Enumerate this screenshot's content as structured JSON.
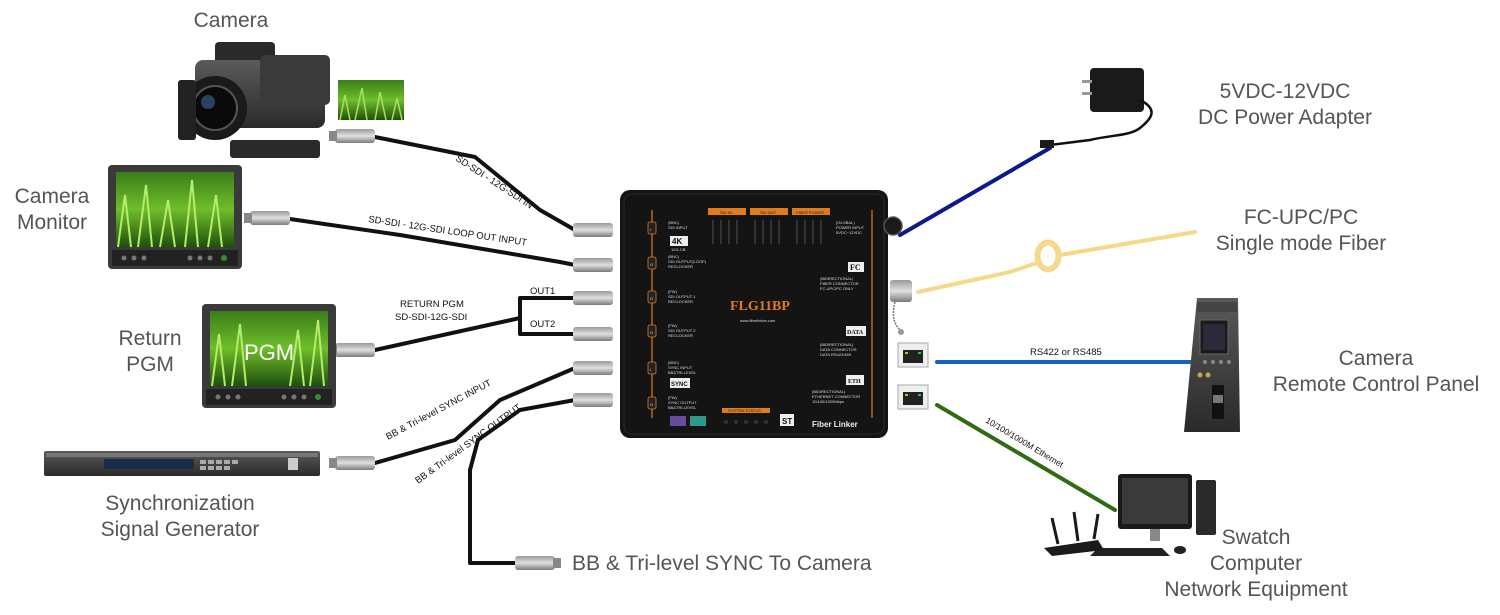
{
  "labels": {
    "camera": [
      "Camera"
    ],
    "camera_monitor": [
      "Camera",
      "Monitor"
    ],
    "return_pgm": [
      "Return",
      "PGM"
    ],
    "sync_gen": [
      "Synchronization",
      "Signal Generator"
    ],
    "bb_to_camera": [
      "BB & Tri-level SYNC To Camera"
    ],
    "power": [
      "5VDC-12VDC",
      "DC Power Adapter"
    ],
    "fiber": [
      "FC-UPC/PC",
      "Single mode Fiber"
    ],
    "rcp": [
      "Camera",
      "Remote Control Panel"
    ],
    "network": [
      "Swatch",
      "Computer",
      "Network Equipment"
    ]
  },
  "cables": {
    "sdi_in": "SD-SDI - 12G-SDI IN",
    "loop_out": "SD-SDI - 12G-SDI LOOP OUT INPUT",
    "return_pgm": [
      "RETURN PGM",
      "SD-SDI-12G-SDI"
    ],
    "out1": "OUT1",
    "out2": "OUT2",
    "sync_input": "BB & Tri-level SYNC INPUT",
    "sync_output": "BB & Tri-level SYNC OUTPUT",
    "rs": "RS422 or RS485",
    "ethernet": "10/100/1000M Ethernet"
  },
  "screens": {
    "pgm": "PGM"
  },
  "device": {
    "model": "FLG11BP",
    "website": "www.fiberlinker.com",
    "brand": "Fiber Linker",
    "badge_4k": "4K",
    "badge_4k_sub": "12G-CB",
    "badge_fc": "FC",
    "badge_data": "DATA",
    "badge_eth": "ETH",
    "badge_sync": "SYNC",
    "badge_st": "ST",
    "header_sdi_in": "SDI IN",
    "header_sdi_out": "SDI OUT",
    "header_fiber_power": "FIBER POWER",
    "system_status": "SYSTEM STATUS",
    "left_ports": [
      {
        "num": "I",
        "line1": "(BNC)",
        "line2": "SDI INPUT"
      },
      {
        "num": "O",
        "line1": "(BNC)",
        "line2": "SDI OUTPUT(LOOP)",
        "line3": "RECLOCKER"
      },
      {
        "num": "O",
        "line1": "(FW)",
        "line2": "SDI OUTPUT 1",
        "line3": "RECLOCKER"
      },
      {
        "num": "O",
        "line1": "(FW)",
        "line2": "SDI OUTPUT 2",
        "line3": "RECLOCKER"
      },
      {
        "num": "I",
        "line1": "(BNC)",
        "line2": "SYNC INPUT",
        "line3": "BB&TRI-LEVEL"
      },
      {
        "num": "O",
        "line1": "(FW)",
        "line2": "SYNC OUTPUT",
        "line3": "BB&TRI-LEVEL"
      }
    ],
    "right_ports": [
      {
        "line1": "(GLOBAL)",
        "line2": "POWER INPUT",
        "line3": "5VDC~12VDC"
      },
      {
        "line1": "(BIDIRECTIONAL)",
        "line2": "FIBER CONNECTOR",
        "line3": "FC-UPC/PC ONLY"
      },
      {
        "line1": "(BIDIRECTIONAL)",
        "line2": "DATA CONNECTOR",
        "line3": "DATA RS422/485"
      },
      {
        "line1": "(BIDIRECTIONAL)",
        "line2": "ETHERNET CONNECTOR",
        "line3": "10/100/1000Mbps"
      }
    ]
  },
  "colors": {
    "sdi_cable": "#111111",
    "power_cable": "#0a1a8c",
    "fiber_cable": "#f5d98a",
    "rs_cable": "#1760c4",
    "eth_cable": "#2f6b12",
    "device_body": "#141414",
    "device_accent": "#e07b1e",
    "label_text": "#555555"
  },
  "icons": [
    "camera-icon",
    "camera-monitor-icon",
    "return-monitor-icon",
    "sync-generator-icon",
    "power-adapter-icon",
    "fiber-coil-icon",
    "remote-control-panel-icon",
    "router-icon",
    "computer-icon",
    "rj45-port-icon",
    "bnc-connector-icon"
  ]
}
